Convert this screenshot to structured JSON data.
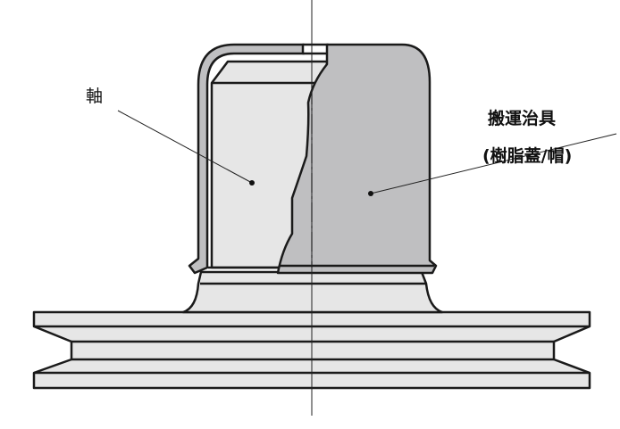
{
  "labels": {
    "shaft": "軸",
    "fixture_line1": "搬運治具",
    "fixture_line2": "(樹脂蓋/帽)"
  },
  "colors": {
    "cap_fill": "#bfbfc1",
    "shaft_fill": "#e6e6e6",
    "base_fill": "#e6e6e6",
    "outline": "#1a1a1a"
  }
}
